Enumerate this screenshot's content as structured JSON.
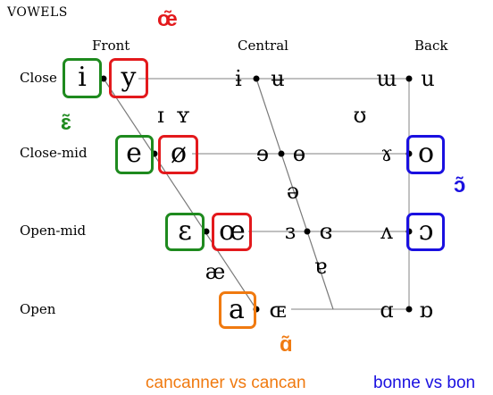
{
  "title": "VOWELS",
  "columns": {
    "front": "Front",
    "central": "Central",
    "back": "Back"
  },
  "rows": {
    "close": "Close",
    "close_mid": "Close-mid",
    "open_mid": "Open-mid",
    "open": "Open"
  },
  "vowels": {
    "close_front_unrounded": "i",
    "close_front_rounded": "y",
    "close_central_unrounded": "ɨ",
    "close_central_rounded": "ʉ",
    "close_back_unrounded": "ɯ",
    "close_back_rounded": "u",
    "near_close_front_unrounded": "ɪ",
    "near_close_front_rounded": "ʏ",
    "near_close_back_rounded": "ʊ",
    "close_mid_front_unrounded": "e",
    "close_mid_front_rounded": "ø",
    "close_mid_central_unrounded": "ɘ",
    "close_mid_central_rounded": "ɵ",
    "close_mid_back_unrounded": "ɤ",
    "close_mid_back_rounded": "o",
    "mid_central": "ə",
    "open_mid_front_unrounded": "ɛ",
    "open_mid_front_rounded": "œ",
    "open_mid_central_unrounded": "ɜ",
    "open_mid_central_rounded": "ɞ",
    "open_mid_back_unrounded": "ʌ",
    "open_mid_back_rounded": "ɔ",
    "near_open_front": "æ",
    "near_open_central": "ɐ",
    "open_front_unrounded": "a",
    "open_front_rounded": "ɶ",
    "open_back_unrounded": "ɑ",
    "open_back_rounded": "ɒ"
  },
  "nasal_labels": {
    "front_rounded": "œ̃",
    "front_unrounded": "ɛ̃",
    "back_rounded": "ɔ̃",
    "open": "ɑ̃"
  },
  "captions": {
    "left": "cancanner vs cancan",
    "right": "bonne vs bon"
  },
  "colors": {
    "green": "#1e8a1e",
    "red": "#e3191c",
    "blue": "#1a10e0",
    "orange": "#f07a10",
    "line": "#7a7a7a",
    "text": "#000000"
  }
}
